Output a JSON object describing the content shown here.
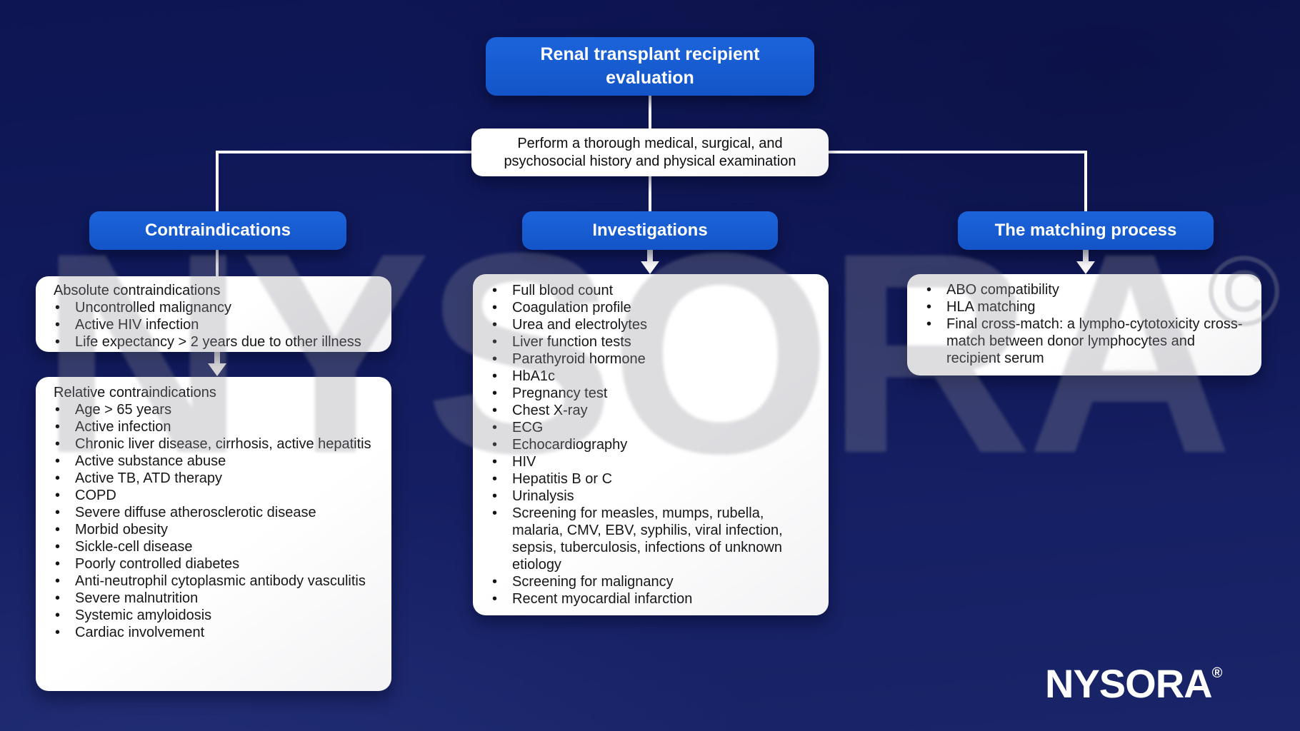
{
  "diagram": {
    "title_lines": [
      "Renal transplant recipient",
      "evaluation"
    ],
    "intro_lines": [
      "Perform a thorough medical, surgical, and",
      "psychosocial history and physical examination"
    ]
  },
  "contraindications": {
    "header": "Contraindications",
    "absolute": {
      "title": "Absolute contraindications",
      "items": [
        "Uncontrolled malignancy",
        "Active HIV infection",
        "Life expectancy > 2 years due to other illness"
      ]
    },
    "relative": {
      "title": "Relative contraindications",
      "items": [
        "Age > 65 years",
        "Active infection",
        "Chronic liver disease, cirrhosis, active hepatitis",
        "Active substance abuse",
        "Active TB, ATD therapy",
        "COPD",
        "Severe diffuse atherosclerotic disease",
        "Morbid obesity",
        "Sickle-cell disease",
        "Poorly controlled diabetes",
        "Anti-neutrophil cytoplasmic antibody vasculitis",
        "Severe malnutrition",
        "Systemic amyloidosis",
        "Cardiac involvement"
      ]
    }
  },
  "investigations": {
    "header": "Investigations",
    "items": [
      "Full blood count",
      "Coagulation profile",
      "Urea and electrolytes",
      "Liver function tests",
      "Parathyroid hormone",
      "HbA1c",
      "Pregnancy test",
      "Chest X-ray",
      "ECG",
      "Echocardiography",
      "HIV",
      "Hepatitis B or C",
      "Urinalysis",
      "Screening for measles, mumps, rubella, malaria, CMV, EBV, syphilis, viral infection, sepsis, tuberculosis, infections of unknown etiology",
      "Screening for malignancy",
      "Recent myocardial infarction"
    ]
  },
  "matching": {
    "header": "The matching process",
    "items": [
      "ABO compatibility",
      "HLA matching",
      "Final cross-match: a lympho-cytotoxicity cross-match between donor lymphocytes and recipient serum"
    ]
  },
  "watermark": {
    "text": "NYSORA",
    "copyright": "©"
  },
  "brand": {
    "logo": "NYSORA",
    "registered": "®"
  },
  "colors": {
    "background": "#121b5e",
    "node_blue": "#1659cc",
    "card_white": "#ffffff",
    "connector": "#ffffff",
    "text": "#17171a"
  }
}
